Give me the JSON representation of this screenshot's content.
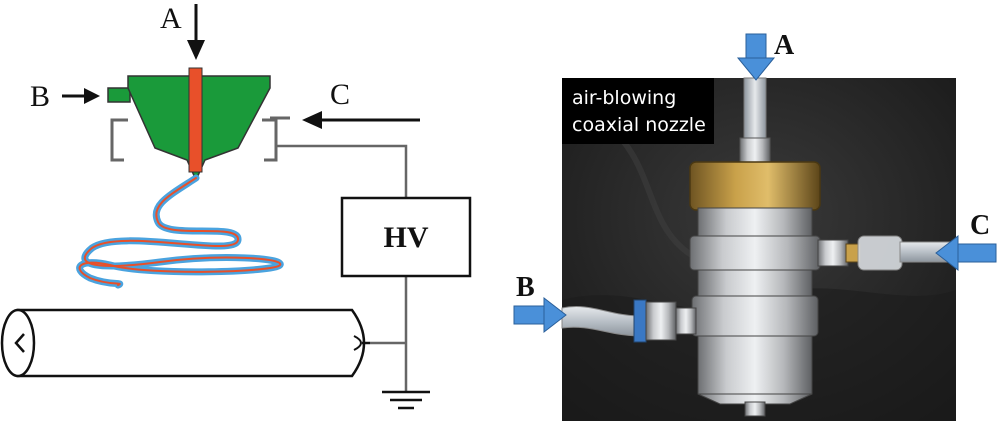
{
  "schematic": {
    "label_a": "A",
    "label_b": "B",
    "label_c": "C",
    "power_supply": "HV",
    "colors": {
      "nozzle_body": "#1a9a3a",
      "core_needle": "#e8502a",
      "jet_sheath": "#4aa3df",
      "wire": "#666666"
    }
  },
  "photo": {
    "caption_line1": "air-blowing",
    "caption_line2": "coaxial nozzle",
    "label_a": "A",
    "label_b": "B",
    "label_c": "C",
    "colors": {
      "arrow": "#4a90d9",
      "brass": "#b8913a",
      "background": "#2a2a2a"
    }
  }
}
